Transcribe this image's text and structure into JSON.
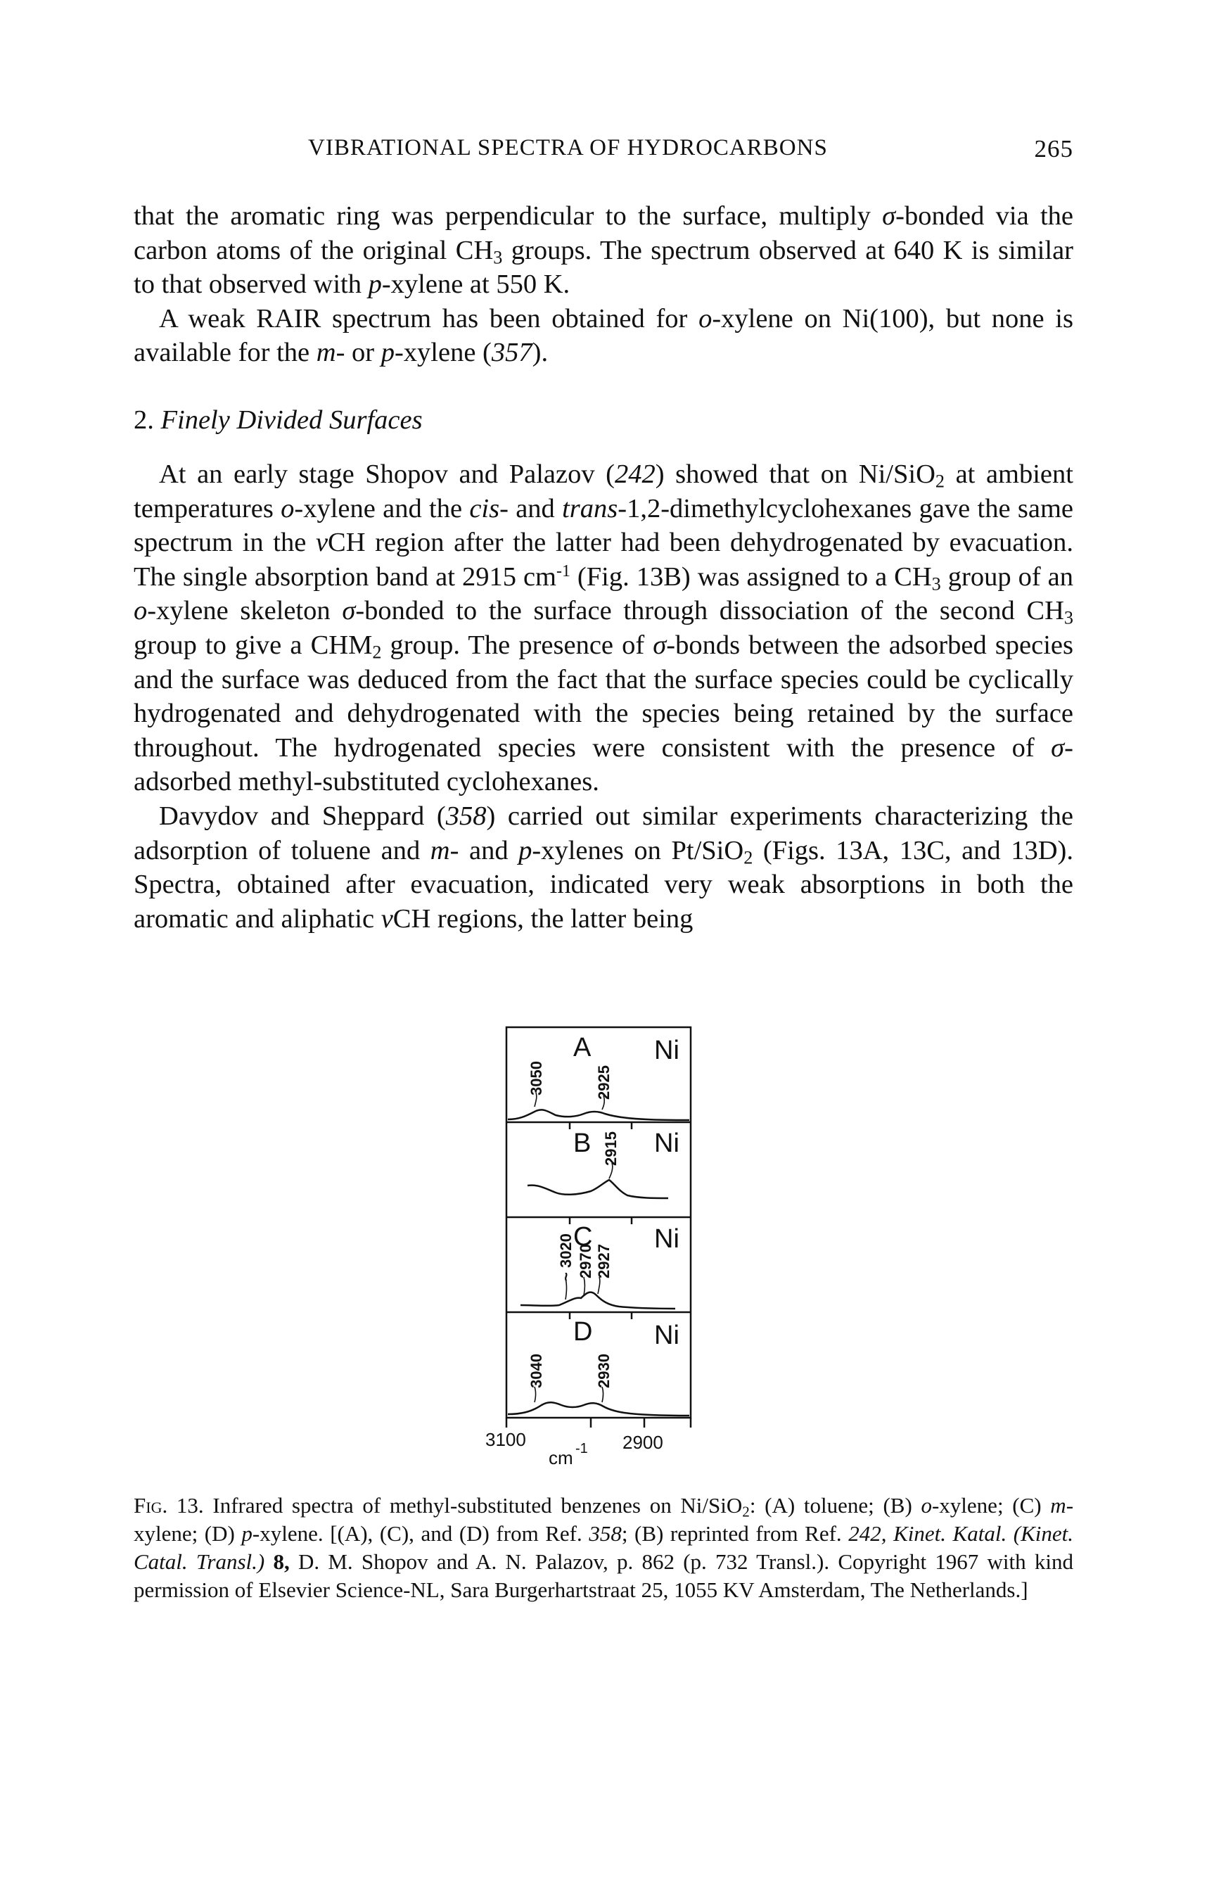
{
  "header": {
    "running_title": "VIBRATIONAL SPECTRA OF HYDROCARBONS",
    "page_number": "265"
  },
  "paragraphs": {
    "p1": {
      "t1": "that the aromatic ring was perpendicular to the surface, multiply ",
      "sigma": "σ",
      "t2": "-bonded via the carbon atoms of the original CH",
      "sub3": "3",
      "t3": " groups. The spectrum observed at 640 K is similar to that observed with ",
      "p": "p",
      "t4": "-xylene at 550 K."
    },
    "p2": {
      "t1": "A weak RAIR spectrum has been obtained for ",
      "o": "o",
      "t2": "-xylene on Ni(100), but none is available for the ",
      "m": "m",
      "t3": "- or ",
      "p": "p",
      "t4": "-xylene ",
      "ref_open": "(",
      "ref": "357",
      "ref_close": ")."
    },
    "section_number": "2.",
    "section_title": "Finely Divided Surfaces",
    "p3": {
      "t1": "At an early stage Shopov and Palazov (",
      "ref": "242",
      "t2": ") showed that on Ni/SiO",
      "sub2": "2",
      "t3": " at ambient temperatures ",
      "o": "o",
      "t4": "-xylene and the ",
      "cis": "cis",
      "t5": "- and ",
      "trans": "trans",
      "t6": "-1,2-dimethylcyclohexanes gave the same spectrum in the ",
      "nu": "ν",
      "t7": "CH region after the latter had been dehydrogenated by evacuation. The single absorption band at 2915 cm",
      "sup": "-1",
      "t8": " (Fig. 13B) was assigned to a CH",
      "sub3": "3",
      "t9": " group of an ",
      "o2": "o",
      "t10": "-xylene skeleton ",
      "sigma": "σ",
      "t11": "-bonded to the surface through dissociation of the second CH",
      "sub3b": "3",
      "t12": " group to give a CHM",
      "sub2b": "2",
      "t13": " group. The presence of ",
      "sigma2": "σ",
      "t14": "-bonds between the adsorbed species and the surface was deduced from the fact that the surface species could be cyclically hydrogenated and dehydrogenated with the species being retained by the surface throughout. The hydrogenated species were consistent with the presence of ",
      "sigma3": "σ",
      "t15": "-adsorbed methyl-substituted cyclohexanes."
    },
    "p4": {
      "t1": "Davydov and Sheppard (",
      "ref": "358",
      "t2": ") carried out similar experiments characterizing the adsorption of toluene and ",
      "m": "m",
      "t3": "- and ",
      "p": "p",
      "t4": "-xylenes on Pt/SiO",
      "sub2": "2",
      "t5": " (Figs. 13A, 13C, and 13D). Spectra, obtained after evacuation, indicated very weak absorptions in both the aromatic and aliphatic ",
      "nu": "ν",
      "t6": "CH regions, the latter being"
    }
  },
  "figure": {
    "panels": [
      {
        "letter": "A",
        "metal": "Ni",
        "bands": [
          "3050",
          "2925"
        ]
      },
      {
        "letter": "B",
        "metal": "Ni",
        "bands": [
          "2915"
        ]
      },
      {
        "letter": "C",
        "metal": "Ni",
        "bands": [
          "~ 3020",
          "2970",
          "2927"
        ]
      },
      {
        "letter": "D",
        "metal": "Ni",
        "bands": [
          "3040",
          "2930"
        ]
      }
    ],
    "axis": {
      "left_tick": "3100",
      "right_tick": "2900",
      "unit": "cm",
      "unit_sup": "-1"
    }
  },
  "caption": {
    "label": "Fig. 13.",
    "t1": " Infrared spectra of methyl-substituted benzenes on Ni/SiO",
    "sub2": "2",
    "t2": ": (A) toluene; (B) ",
    "o": "o",
    "t3": "-xylene; (C) ",
    "m": "m",
    "t4": "-xylene; (D) ",
    "p": "p",
    "t5": "-xylene. [(A), (C), and (D) from Ref. ",
    "ref1": "358",
    "t6": "; (B) reprinted from Ref. ",
    "ref2": "242, Kinet. Katal. (Kinet. Catal. Transl.)",
    "vol": " 8,",
    "t7": " D. M. Shopov and A. N. Palazov, p. 862 (p. 732 Transl.). Copyright 1967 with kind permission of Elsevier Science-NL, Sara Burgerhartstraat 25, 1055 KV Amsterdam, The Netherlands.]"
  }
}
